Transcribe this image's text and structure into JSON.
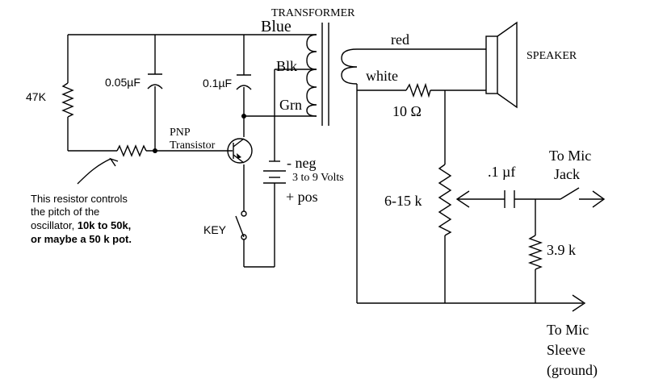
{
  "labels": {
    "transformer": "TRANSFORMER",
    "blue": "Blue",
    "blk": "Blk",
    "grn": "Grn",
    "red": "red",
    "white": "white",
    "speaker": "SPEAKER",
    "r47k": "47K",
    "c005": "0.05µF",
    "c01": "0.1µF",
    "pnp": "PNP",
    "transistor": "Transistor",
    "neg": "- neg",
    "volts": "3 to 9 Volts",
    "pos": "+ pos",
    "key": "KEY",
    "r10": "10 Ω",
    "r615": "6-15 k",
    "c1uf": ".1 µf",
    "r39": "3.9 k",
    "mic_jack_1": "To Mic",
    "mic_jack_2": "Jack",
    "sleeve_1": "To Mic",
    "sleeve_2": "Sleeve",
    "sleeve_3": "(ground)"
  },
  "note": {
    "line1": "This resistor controls",
    "line2": "the pitch of the",
    "line3_a": "oscillator, ",
    "line3_b": "10k to 50k,",
    "line4": "or maybe a 50 k pot."
  }
}
